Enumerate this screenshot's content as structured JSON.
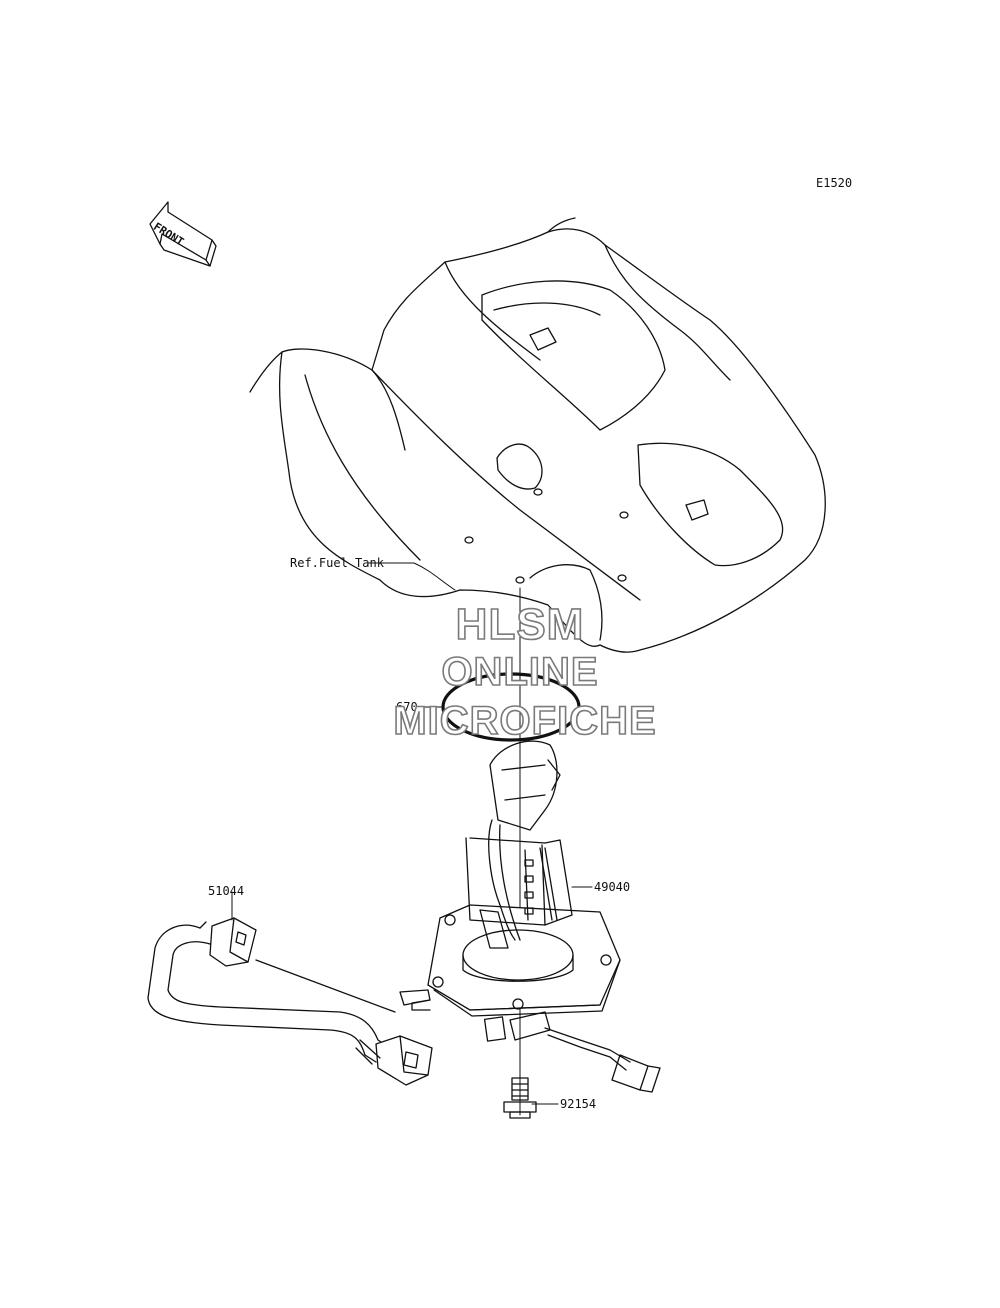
{
  "diagram": {
    "code": "E1520",
    "front_marker": "FRONT",
    "labels": {
      "fuel_tank": "Ref.Fuel Tank",
      "oring": "670",
      "pump": "49040",
      "hose": "51044",
      "bolt": "92154"
    },
    "watermark": [
      "HLSM",
      "ONLINE",
      "MICROFICHE"
    ]
  }
}
